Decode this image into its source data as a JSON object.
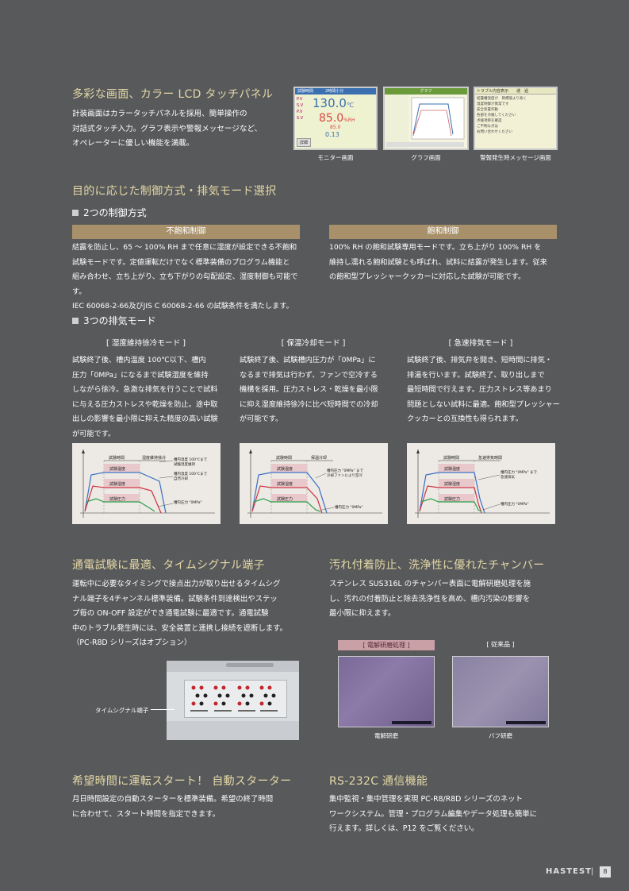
{
  "section1": {
    "title": "多彩な画面、カラー LCD タッチパネル",
    "body": [
      "計装画面はカラータッチパネルを採用、簡単操作の",
      "対話式タッチ入力。グラフ表示や警報メッセージなど、",
      "オペレーターに優しい機能を満載。"
    ],
    "screens": [
      {
        "caption": "モニター画面",
        "line1": "試験時間",
        "line2": "2時間小分",
        "temp": "130.0",
        "temp_unit": "℃",
        "hum": "85.0",
        "hum_unit": "%RH",
        "sub1": "85.0",
        "sub2": "0.13",
        "btn": "詳細"
      },
      {
        "caption": "グラフ画面",
        "header": "グラフ"
      },
      {
        "caption": "警報発生時メッセージ画面",
        "header": "トラブル内容表示　　通　過",
        "lines": [
          "結露槽温度が　目標値より高く",
          "温度制御が異常です",
          "安全装置作動",
          "各部を点検してください",
          "点検項目を確認",
          "ご不明な点は",
          "お問い合わせください"
        ]
      }
    ]
  },
  "section2": {
    "title": "目的に応じた制御方式・排気モード選択",
    "sub1": "2つの制御方式",
    "control": [
      {
        "label": "不飽和制御",
        "body": [
          "結露を防止し、65 ～ 100% RH まで任意に湿度が設定できる不飽和",
          "試験モードです。定値運転だけでなく標準装備のプログラム機能と",
          "組み合わせ、立ち上がり、立ち下がりの勾配設定、湿度制御も可能です。",
          "IEC 60068-2-66及びJIS C 60068-2-66 の試験条件を満たします。"
        ]
      },
      {
        "label": "飽和制御",
        "body": [
          "100% RH の飽和試験専用モードです。立ち上がり 100% RH を",
          "維持し濡れる飽和試験とも呼ばれ、試料に結露が発生します。従来",
          "の飽和型プレッシャークッカーに対応した試験が可能です。"
        ]
      }
    ],
    "sub2": "3つの排気モード",
    "exhaust": [
      {
        "label": "[ 湿度維持徐冷モード ]",
        "body": [
          "試験終了後、槽内温度 100℃以下、槽内",
          "圧力「0MPa」になるまで試験湿度を維持",
          "しながら徐冷。急激な排気を行うことで試料",
          "に与える圧力ストレスや乾燥を防止。途中取",
          "出しの影響を最小限に抑えた精度の高い試験",
          "が可能です。"
        ],
        "diagram": {
          "top": "試験時間",
          "top2": "湿度維持徐冷",
          "l1": "試験温度",
          "l2": "試験湿度",
          "l3": "試験圧力",
          "n1": "槽内温度 100℃まで",
          "n2": "試験湿度維持",
          "n3": "槽内温度 100℃まで",
          "n4": "自然冷却",
          "n5": "槽内圧力 \"0MPa\""
        }
      },
      {
        "label": "[ 保温冷却モード ]",
        "body": [
          "試験終了後、試験槽内圧力が「0MPa」に",
          "なるまで排気は行わず、ファンで空冷する",
          "機構を採用。圧力ストレス・乾燥を最小限",
          "に抑え湿度維持徐冷に比べ短時間での冷却",
          "が可能です。"
        ],
        "diagram": {
          "top": "試験時間",
          "top2": "保温冷却",
          "l1": "試験温度",
          "l2": "試験湿度",
          "l3": "試験圧力",
          "n1": "槽内圧力 \"0MPa\" まで",
          "n2": "冷却ファンにより空冷",
          "n5": "槽内圧力 \"0MPa\""
        }
      },
      {
        "label": "[ 急速排気モード ]",
        "body": [
          "試験終了後、排気弁を開き、短時間に排気・",
          "排湯を行います。試験終了、取り出しまで",
          "最短時間で行えます。圧力ストレス等あまり",
          "問題としない試料に最適。飽和型プレッシャー",
          "クッカーとの互換性も得られます。"
        ],
        "diagram": {
          "top": "試験時間",
          "top2": "急速排気時間",
          "l1": "試験温度",
          "l2": "試験湿度",
          "l3": "試験圧力",
          "n1": "槽内圧力 \"0MPa\" まで",
          "n2": "急速排気",
          "n5": "槽内圧力 \"0MPa\""
        }
      }
    ]
  },
  "section3": {
    "title": "通電試験に最適、タイムシグナル端子",
    "body": [
      "運転中に必要なタイミングで接点出力が取り出せるタイムシグ",
      "ナル端子を4チャンネル標準装備。試験条件到達検出やステッ",
      "プ毎の ON-OFF 設定ができ通電試験に最適です。通電試験",
      "中のトラブル発生時には、安全装置と連携し接続を遮断します。",
      "（PC-R8D シリーズはオプション）"
    ],
    "callout": "タイムシグナル端子"
  },
  "section4": {
    "title": "汚れ付着防止、洗浄性に優れたチャンバー",
    "body": [
      "ステンレス SUS316L のチャンバー表面に電解研磨処理を施",
      "し、汚れの付着防止と除去洗浄性を高め、槽内汚染の影響を",
      "最小限に抑えます。"
    ],
    "left_label": "[ 電解研磨処理 ]",
    "right_label": "[ 従来品 ]",
    "left_caption": "電解研磨",
    "right_caption": "バフ研磨"
  },
  "section5": {
    "title": "希望時間に運転スタート！ 自動スターター",
    "body": [
      "月日時間設定の自動スターターを標準装備。希望の終了時間",
      "に合わせて、スタート時間を指定できます。"
    ]
  },
  "section6": {
    "title": "RS-232C 通信機能",
    "body": [
      "集中監視・集中管理を実現 PC-R8/R8D シリーズのネット",
      "ワークシステム。管理・プログラム編集やデータ処理も簡単に",
      "行えます。詳しくは、P12 をご覧ください。"
    ]
  },
  "footer": {
    "brand": "HASTEST",
    "sep": "|",
    "page": "8"
  }
}
